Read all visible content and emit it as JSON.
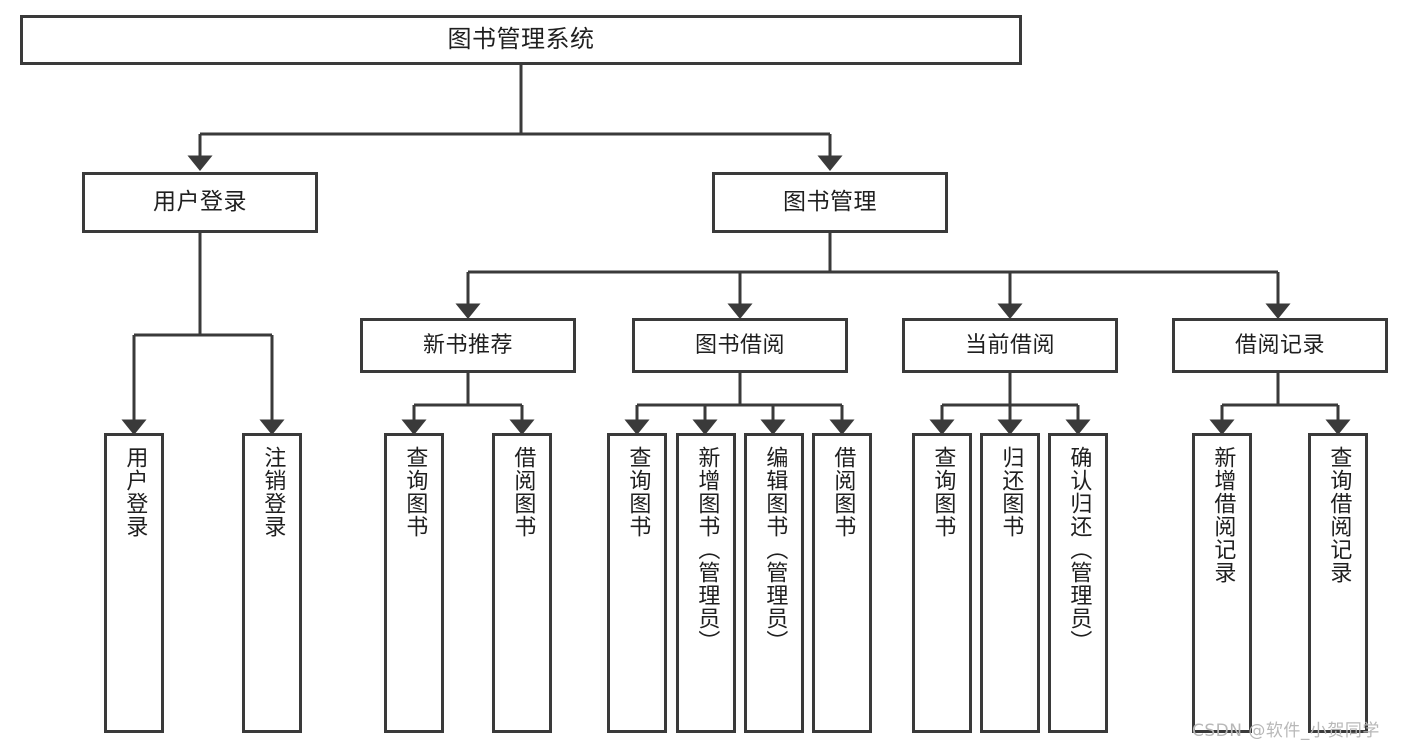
{
  "diagram": {
    "title": "图书管理系统",
    "root": {
      "label": "图书管理系统"
    },
    "level2": [
      {
        "label": "用户登录"
      },
      {
        "label": "图书管理"
      }
    ],
    "level3": [
      {
        "label": "新书推荐"
      },
      {
        "label": "图书借阅"
      },
      {
        "label": "当前借阅"
      },
      {
        "label": "借阅记录"
      }
    ],
    "leaves": {
      "user_login": [
        {
          "label": "用户登录"
        },
        {
          "label": "注销登录"
        }
      ],
      "new_book_recommend": [
        {
          "label": "查询图书"
        },
        {
          "label": "借阅图书"
        }
      ],
      "book_borrow": [
        {
          "label": "查询图书"
        },
        {
          "label": "新增图书（管理员）"
        },
        {
          "label": "编辑图书（管理员）"
        },
        {
          "label": "借阅图书"
        }
      ],
      "current_borrow": [
        {
          "label": "查询图书"
        },
        {
          "label": "归还图书"
        },
        {
          "label": "确认归还（管理员）"
        }
      ],
      "borrow_record": [
        {
          "label": "新增借阅记录"
        },
        {
          "label": "查询借阅记录"
        }
      ]
    }
  },
  "watermark": {
    "text": "CSDN @软件_小贺同学"
  },
  "colors": {
    "border": "#3a3a3a",
    "box_fill": "#ffffff",
    "text": "#1f1f1f",
    "watermark": "#b8b8b8",
    "page_background": "#ffffff"
  }
}
